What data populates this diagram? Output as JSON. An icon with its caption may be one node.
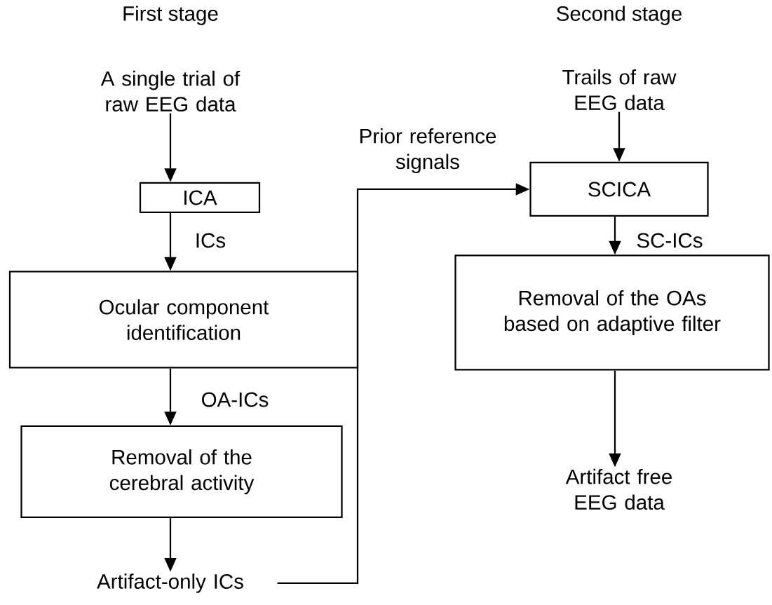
{
  "diagram": {
    "nodes": [
      {
        "text": [
          "A single trial of raw EEG data"
        ]
      },
      {
        "text": [
          "ICA"
        ]
      },
      {
        "text": [
          "Ocular component identification"
        ]
      },
      {
        "text": [
          "Removal of the cerebral activity"
        ]
      },
      {
        "text": [
          "Artifact-only ICs"
        ]
      },
      {
        "text": [
          "Trails of raw EEG data"
        ]
      },
      {
        "text": [
          "SCICA"
        ]
      },
      {
        "text": [
          "Removal of the OAs based on adaptive filter"
        ]
      },
      {
        "text": [
          "Artifact free EEG data"
        ]
      }
    ],
    "edges": [
      {
        "from": 0,
        "to": 1,
        "arrow": "to"
      },
      {
        "from": 1,
        "to": 2,
        "arrow": "to",
        "label": "ICs"
      },
      {
        "from": 2,
        "to": 3,
        "arrow": "to",
        "label": "OA-ICs"
      },
      {
        "from": 3,
        "to": 4,
        "arrow": "to"
      },
      {
        "from": 4,
        "to": 6,
        "arrow": "to",
        "label": "Prior reference signals"
      },
      {
        "from": 5,
        "to": 6,
        "arrow": "to"
      },
      {
        "from": 6,
        "to": 7,
        "arrow": "to",
        "label": "SC-ICs"
      },
      {
        "from": 7,
        "to": 8,
        "arrow": "to"
      }
    ],
    "labels": [
      "First stage",
      "Second stage"
    ]
  }
}
